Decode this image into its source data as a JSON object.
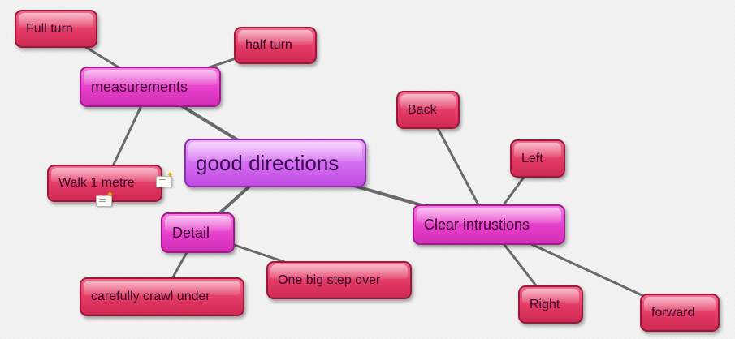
{
  "colors": {
    "leaf": "#e23a64",
    "branch": "#e63fcb",
    "root": "#d56ef2",
    "connector": "#6a6a6a"
  },
  "icons": [
    "note-icon"
  ],
  "nodes": [
    {
      "id": "good-directions",
      "label": "good directions",
      "kind": "root"
    },
    {
      "id": "measurements",
      "label": "measurements",
      "kind": "branch",
      "parent": "good-directions"
    },
    {
      "id": "detail",
      "label": "Detail",
      "kind": "branch",
      "parent": "good-directions"
    },
    {
      "id": "clear-intrustions",
      "label": "Clear intrustions",
      "kind": "branch",
      "parent": "good-directions"
    },
    {
      "id": "full-turn",
      "label": "Full turn",
      "kind": "leaf",
      "parent": "measurements"
    },
    {
      "id": "half-turn",
      "label": "half turn",
      "kind": "leaf",
      "parent": "measurements"
    },
    {
      "id": "walk-1-metre",
      "label": "Walk 1 metre",
      "kind": "leaf",
      "parent": "measurements",
      "has_note": true
    },
    {
      "id": "carefully-crawl-under",
      "label": "carefully crawl under",
      "kind": "leaf",
      "parent": "detail"
    },
    {
      "id": "one-big-step-over",
      "label": "One big step over",
      "kind": "leaf",
      "parent": "detail"
    },
    {
      "id": "back",
      "label": "Back",
      "kind": "leaf",
      "parent": "clear-intrustions"
    },
    {
      "id": "left",
      "label": "Left",
      "kind": "leaf",
      "parent": "clear-intrustions"
    },
    {
      "id": "right",
      "label": "Right",
      "kind": "leaf",
      "parent": "clear-intrustions"
    },
    {
      "id": "forward",
      "label": "forward",
      "kind": "leaf",
      "parent": "clear-intrustions"
    }
  ]
}
